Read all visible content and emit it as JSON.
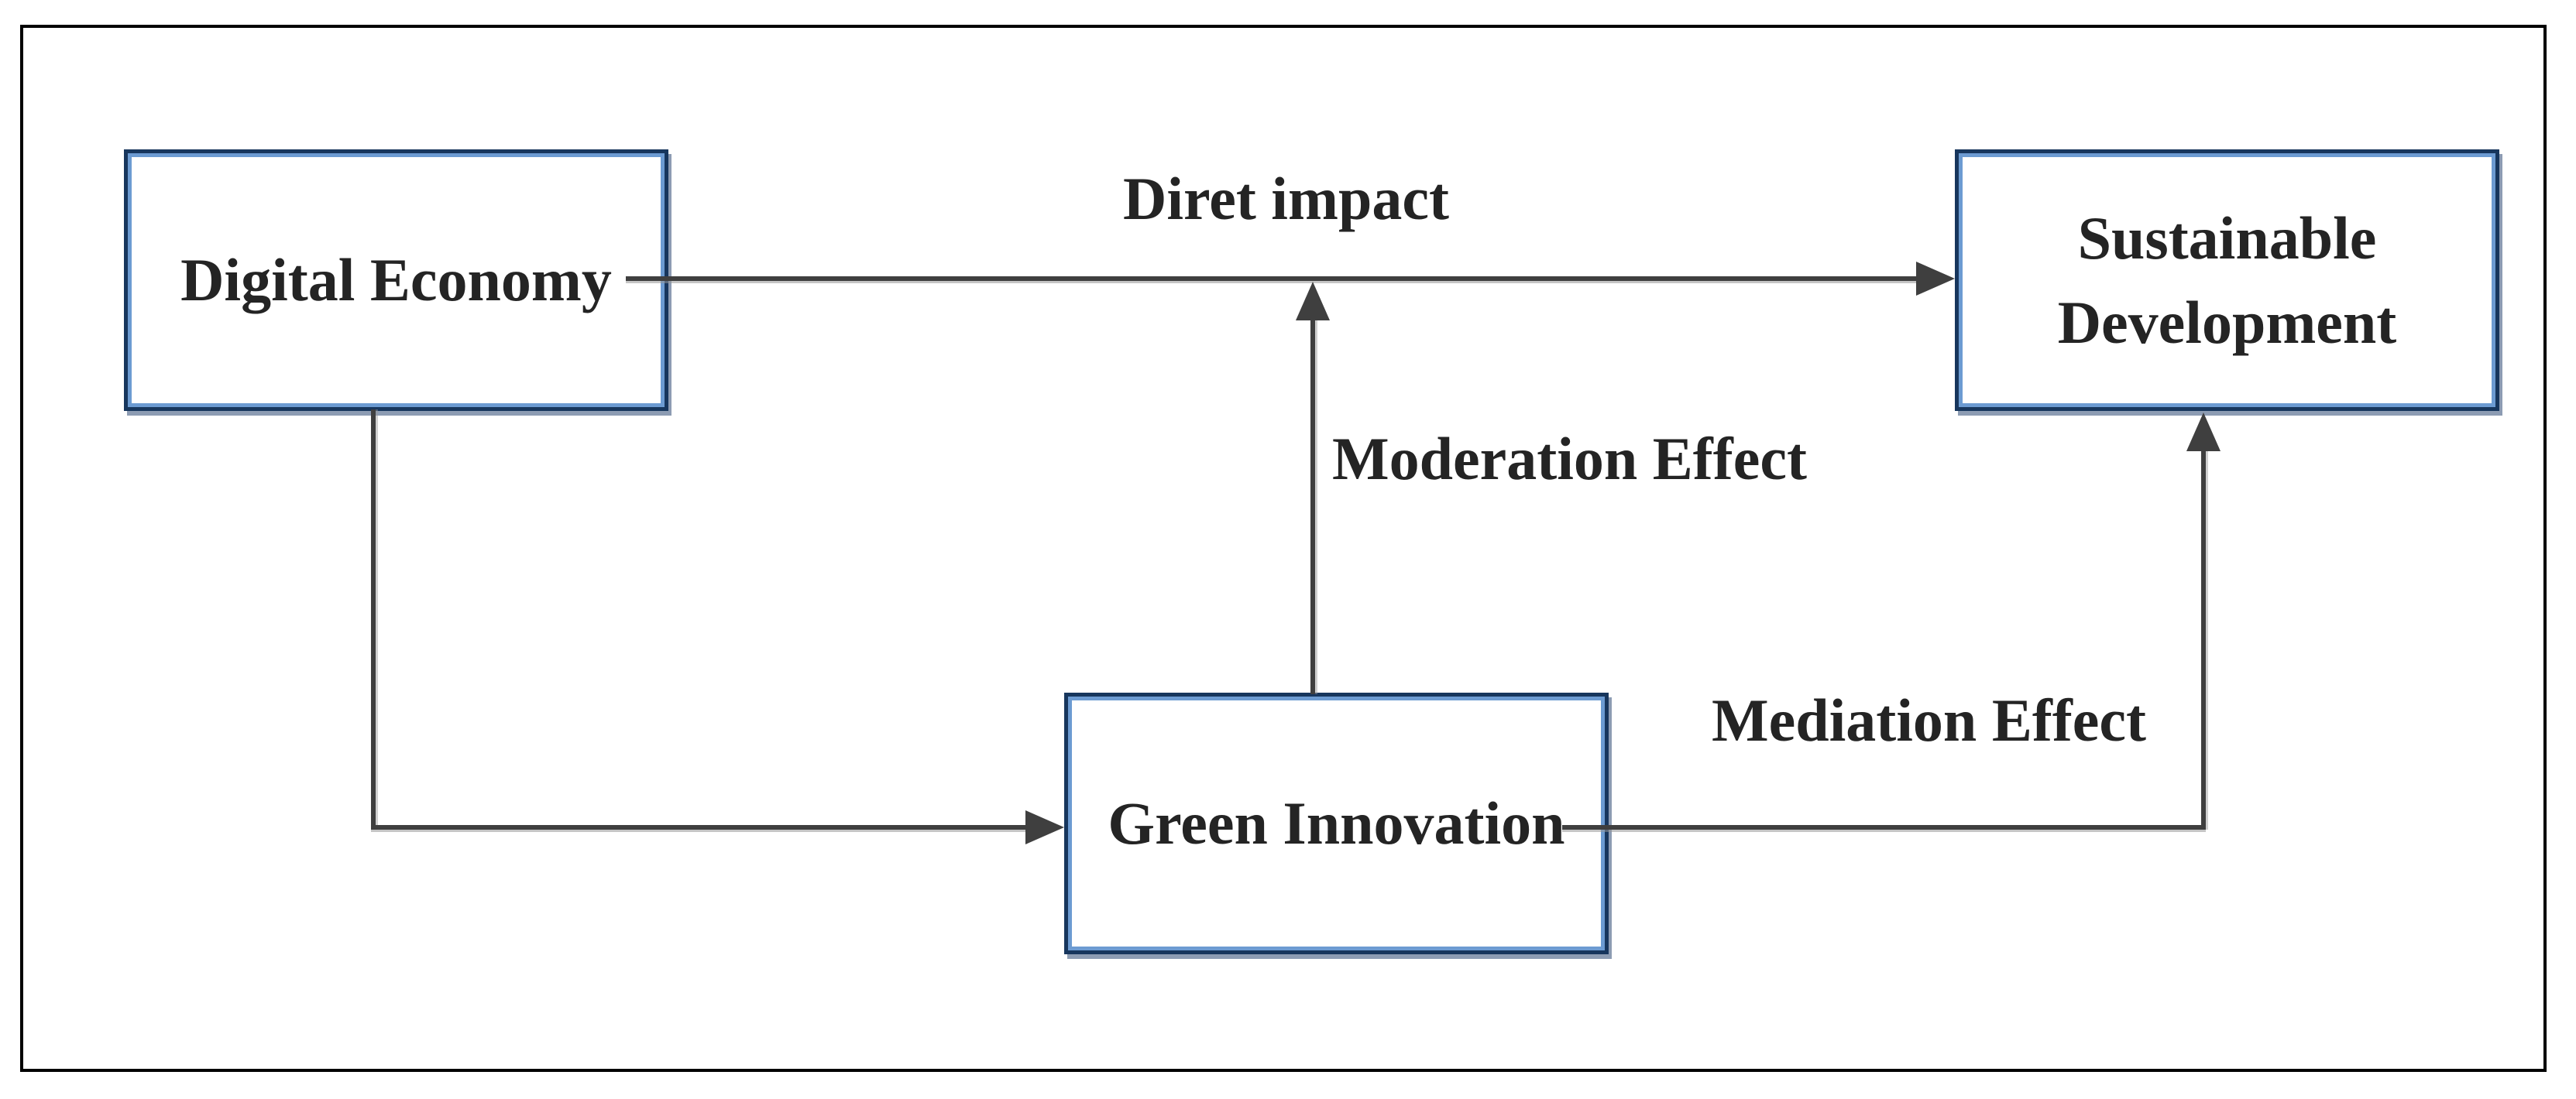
{
  "figure": {
    "type": "conceptual-model-diagram",
    "nodes": [
      {
        "id": "digital-economy",
        "label": "Digital Economy"
      },
      {
        "id": "green-innovation",
        "label": "Green Innovation"
      },
      {
        "id": "sustainable-development",
        "label": "Sustainable Development"
      }
    ],
    "edges": [
      {
        "from": "digital-economy",
        "to": "sustainable-development",
        "label": "Diret impact",
        "style": "straight-arrow"
      },
      {
        "from": "green-innovation",
        "to": "direct-impact-line",
        "label": "Moderation Effect",
        "style": "vertical-arrow"
      },
      {
        "from": "digital-economy",
        "to": "green-innovation",
        "label": "",
        "style": "elbow-arrow"
      },
      {
        "from": "green-innovation",
        "to": "sustainable-development",
        "label": "Mediation Effect",
        "style": "elbow-arrow"
      }
    ],
    "colors": {
      "background": "#ffffff",
      "frame_border": "#000000",
      "box_fill": "#ffffff",
      "box_border": "#17365d",
      "box_border_inner": "#6c9bd2",
      "box_shadow": "#8d9cb3",
      "connector": "#3f3f3f",
      "text": "#242424"
    }
  }
}
